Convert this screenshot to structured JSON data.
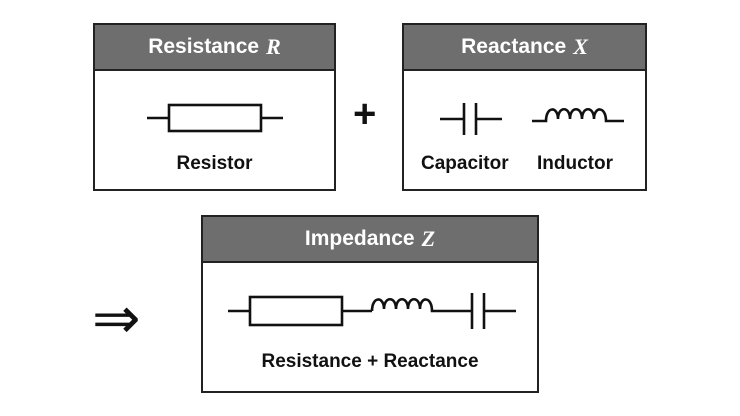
{
  "resistance_box": {
    "title": "Resistance",
    "variable": "R",
    "component_label": "Resistor"
  },
  "reactance_box": {
    "title": "Reactance",
    "variable": "X",
    "capacitor_label": "Capacitor",
    "inductor_label": "Inductor"
  },
  "impedance_box": {
    "title": "Impedance",
    "variable": "Z",
    "caption": "Resistance + Reactance"
  },
  "operators": {
    "plus": "+",
    "implies": "⇒"
  },
  "colors": {
    "header_bg": "#6e6e6e",
    "header_text": "#ffffff",
    "border": "#222222",
    "stroke": "#111111"
  },
  "icons": [
    "resistor-symbol-icon",
    "capacitor-symbol-icon",
    "inductor-symbol-icon",
    "series-circuit-icon"
  ]
}
